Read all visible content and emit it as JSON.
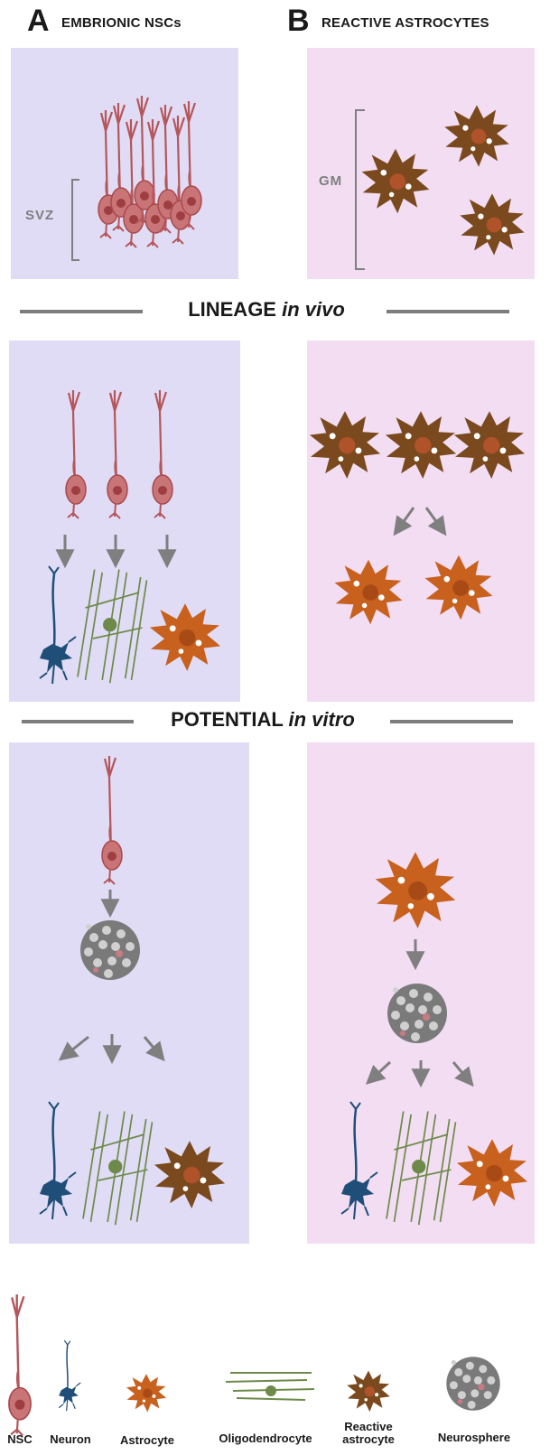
{
  "columns": {
    "a": {
      "letter": "A",
      "title": "EMBRIONIC NSCs"
    },
    "b": {
      "letter": "B",
      "title": "REACTIVE ASTROCYTES"
    }
  },
  "regions": {
    "svz": "SVZ",
    "gm": "GM"
  },
  "sections": {
    "lineage": {
      "main": "LINEAGE",
      "italic": "in vivo"
    },
    "potential": {
      "main": "POTENTIAL",
      "italic": "in vitro"
    }
  },
  "legend": [
    {
      "label": "NSC",
      "icon": "nsc-icon"
    },
    {
      "label": "Neuron",
      "icon": "neuron-icon"
    },
    {
      "label": "Astrocyte",
      "icon": "astrocyte-icon"
    },
    {
      "label": "Oligodendrocyte",
      "icon": "oligodendrocyte-icon"
    },
    {
      "label": "Reactive astrocyte",
      "icon": "reactive-astrocyte-icon"
    },
    {
      "label": "Neurosphere",
      "icon": "neurosphere-icon"
    }
  ],
  "colors": {
    "panel_a": "#e0dcf5",
    "panel_b": "#f2ddf2",
    "nsc": "#b5565a",
    "neuron": "#1f4e79",
    "astrocyte": "#c8601e",
    "reactive_astrocyte": "#7a4a1e",
    "oligodendrocyte": "#6d8a4a",
    "neurosphere": "#7a7a7a",
    "arrow": "#7f7f7f"
  }
}
